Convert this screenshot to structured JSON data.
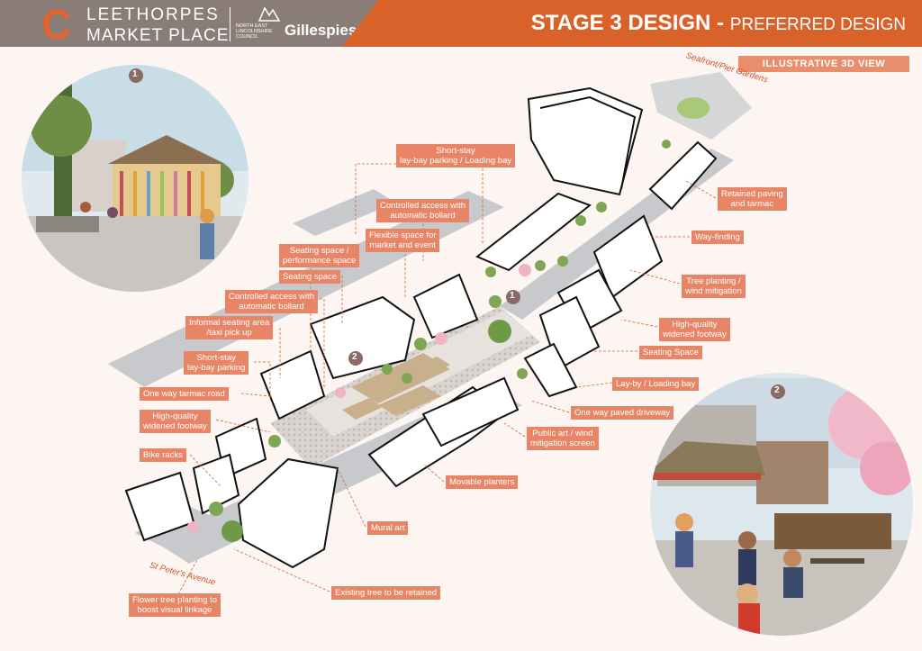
{
  "header": {
    "logo_letter": "C",
    "logo_line1": "LEETHORPES",
    "logo_line2": "MARKET PLACE",
    "council": "NORTH EAST LINCOLNSHIRE COUNCIL",
    "firm": "Gillespies",
    "title": "STAGE 3 DESIGN",
    "title_sep": " - ",
    "subtitle": "PREFERRED DESIGN"
  },
  "view_tag": "ILLUSTRATIVE 3D VIEW",
  "streets": {
    "seafront": "Seafront/Pier Gardens",
    "st_peters": "St Peter's Avenue"
  },
  "markers": {
    "one": "1",
    "two": "2"
  },
  "labels": {
    "short_stay_top": "Short-stay\nlay-bay parking / Loading bay",
    "controlled_top": "Controlled access with\nautomatic bollard",
    "flexible": "Flexible space for\nmarket and event",
    "seating_perf": "Seating space /\nperformance space",
    "seating_left": "Seating space",
    "controlled_left": "Controlled access with\nautomatic bollard",
    "informal": "Informal seating area\n/taxi pick up",
    "short_stay_left": "Short-stay\nlay-bay parking",
    "one_way_tarmac": "One way tarmac road",
    "hq_left": "High-quality\nwidened footway",
    "bike": "Bike racks",
    "retained_paving": "Retained paving\nand tarmac",
    "wayfinding": "Way-finding",
    "tree_planting": "Tree planting /\nwind mitigation",
    "hq_right": "High-quality\nwidened footway",
    "seating_right": "Seating Space",
    "layby": "Lay-by / Loading bay",
    "one_way_paved": "One way paved driveway",
    "public_art": "Public art / wind\nmitigation screen",
    "movable": "Movable planters",
    "mural": "Mural art",
    "existing_tree": "Existing tree to be retained",
    "flower_tree": "Flower tree planting to\nboost visual linkage"
  },
  "colors": {
    "accent": "#d9622b",
    "label_bg": "#e88566",
    "header_grey": "#8a7d78"
  }
}
